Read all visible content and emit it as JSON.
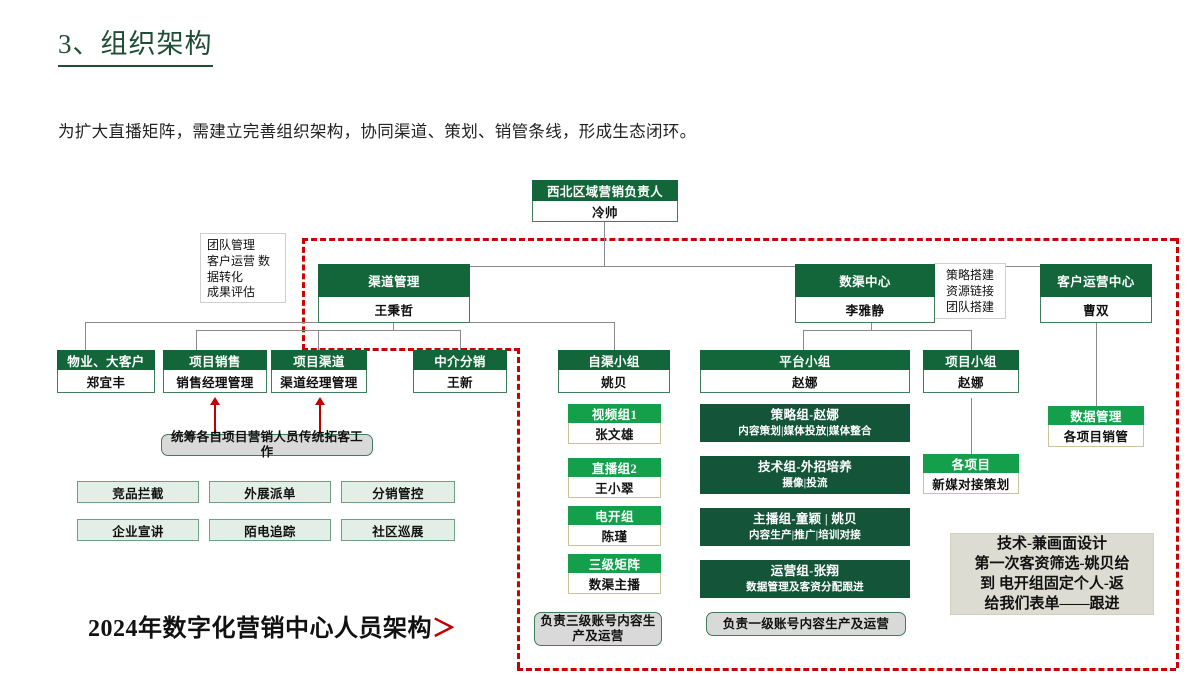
{
  "header": {
    "title": "3、组织架构",
    "subtitle": "为扩大直播矩阵，需建立完善组织架构，协同渠道、策划、销管条线，形成生态闭环。"
  },
  "footer": {
    "title": "2024年数字化营销中心人员架构",
    "arrow": "＞"
  },
  "colors": {
    "dark_green": "#13663a",
    "block_green": "#14553a",
    "bright_green": "#14a04a",
    "pale_green": "#e3efe6",
    "red_dashed": "#cc0000",
    "red_arrow": "#c00000",
    "callout_beige": "#dcdcd2",
    "pill_grey": "#d9d9d9"
  },
  "chart": {
    "root": {
      "title": "西北区域营销负责人",
      "name": "冷帅"
    },
    "level2": [
      {
        "title": "渠道管理",
        "name": "王秉哲"
      },
      {
        "title": "数渠中心",
        "name": "李雅静"
      },
      {
        "title": "客户运营中心",
        "name": "曹双"
      }
    ],
    "notes": [
      {
        "lines": [
          "团队管理",
          " 客户运营 数",
          "据转化",
          "成果评估"
        ]
      },
      {
        "lines": [
          "策略搭建",
          "资源链接",
          "团队搭建"
        ]
      }
    ],
    "channel_children": [
      {
        "title": "物业、大客户",
        "name": "郑宜丰"
      },
      {
        "title": "项目销售",
        "name": "销售经理管理"
      },
      {
        "title": "项目渠道",
        "name": "渠道经理管理"
      },
      {
        "title": "中介分销",
        "name": "王新"
      }
    ],
    "coordination_pill": "统筹各自项目营销人员传统拓客工作",
    "tags": [
      "竞品拦截",
      "外展派单",
      "分销管控",
      "企业宣讲",
      "陌电追踪",
      "社区巡展"
    ],
    "self_channel": {
      "head": {
        "title": "自渠小组",
        "name": "姚贝"
      },
      "children": [
        {
          "title": "视频组1",
          "name": "张文雄"
        },
        {
          "title": "直播组2",
          "name": "王小翠"
        },
        {
          "title": "电开组",
          "name": "陈瑾"
        },
        {
          "title": "三级矩阵",
          "name": "数渠主播"
        }
      ],
      "footer_pill": "负责三级账号内容生产及运营"
    },
    "platform": {
      "head": {
        "title": "平台小组",
        "name": "赵娜"
      },
      "blocks": [
        {
          "line1": "策略组-赵娜",
          "line2": "内容策划|媒体投放|媒体整合"
        },
        {
          "line1": "技术组-外招培养",
          "line2": "摄像|投流"
        },
        {
          "line1": "主播组-童颖 | 姚贝",
          "line2": "内容生产|推广|培训对接"
        },
        {
          "line1": "运营组-张翔",
          "line2": "数据管理及客资分配跟进"
        }
      ],
      "footer_pill": "负责一级账号内容生产及运营"
    },
    "project": {
      "head": {
        "title": "项目小组",
        "name": "赵娜"
      },
      "child": {
        "title": "各项目",
        "name": "新媒对接策划"
      }
    },
    "customer_ops": {
      "child": {
        "title": "数据管理",
        "name": "各项目销管"
      }
    },
    "callout": {
      "lines": [
        "技术-兼画面设计",
        "第一次客资筛选-姚贝给",
        "到 电开组固定个人-返",
        "给我们表单——跟进"
      ]
    }
  }
}
